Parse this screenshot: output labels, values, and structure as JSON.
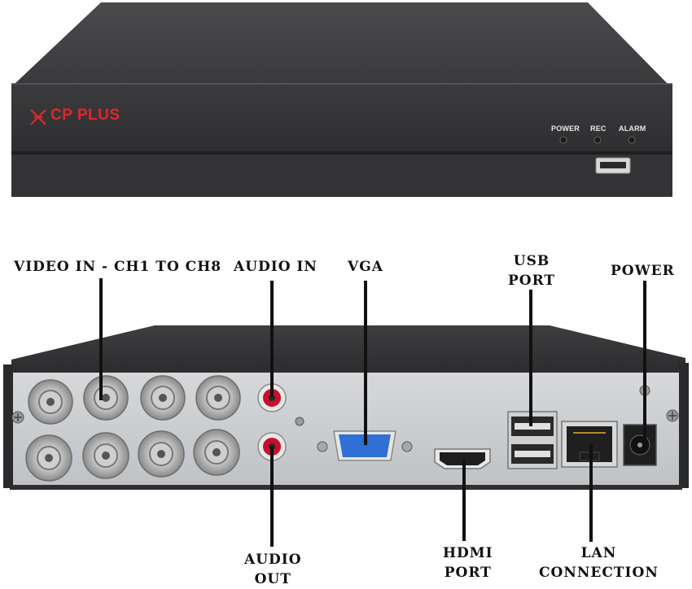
{
  "front_panel": {
    "brand": "CP PLUS",
    "indicators": [
      {
        "label": "POWER"
      },
      {
        "label": "REC"
      },
      {
        "label": "ALARM"
      }
    ]
  },
  "callouts": {
    "video_in": "VIDEO IN - CH1 TO CH8",
    "audio_in": "AUDIO IN",
    "vga": "VGA",
    "usb_port_line1": "USB",
    "usb_port_line2": "PORT",
    "power": "POWER",
    "audio_out_line1": "AUDIO",
    "audio_out_line2": "OUT",
    "hdmi_port_line1": "HDMI",
    "hdmi_port_line2": "PORT",
    "lan_line1": "LAN",
    "lan_line2": "CONNECTION"
  },
  "colors": {
    "chassis": "#3a3a3c",
    "brand_red": "#e0262a",
    "vga_blue": "#2f6fd6",
    "rca_red": "#c8102e"
  }
}
